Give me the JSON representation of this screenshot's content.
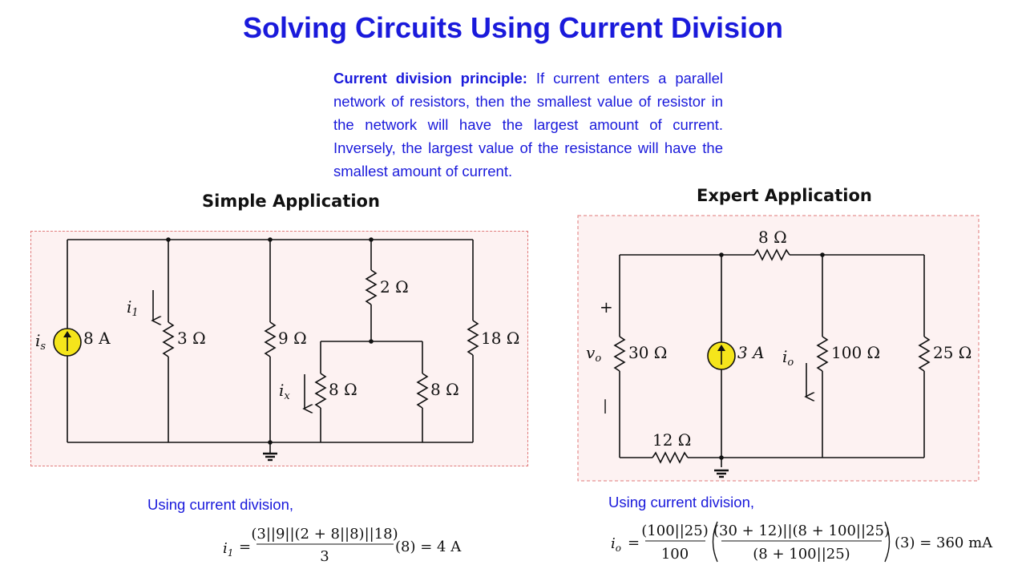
{
  "title": "Solving Circuits Using Current Division",
  "principle": {
    "heading": "Current division principle:",
    "text": "If current enters a parallel network of resistors, then the smallest value of resistor in the network will have the largest amount of current. Inversely, the largest value of the resistance will have the smallest amount of current."
  },
  "simple": {
    "heading": "Simple Application",
    "labels": {
      "is": "i",
      "is_sub": "s",
      "src": "8 A",
      "i1": "i",
      "i1_sub": "1",
      "r3": "3 Ω",
      "r9": "9 Ω",
      "r2": "2 Ω",
      "r18": "18 Ω",
      "ix": "i",
      "ix_sub": "x",
      "r8a": "8 Ω",
      "r8b": "8 Ω"
    },
    "using": "Using current division,",
    "eq": {
      "lhs": "i",
      "lhs_sub": "1",
      "num": "(3||9||(2 + 8||8)||18)",
      "den": "3",
      "rhs": "(8) = 4 A"
    }
  },
  "expert": {
    "heading": "Expert Application",
    "labels": {
      "r8": "8 Ω",
      "plus": "+",
      "minus": "|",
      "vo": "v",
      "vo_sub": "o",
      "r30": "30 Ω",
      "src": "3 A",
      "io": "i",
      "io_sub": "o",
      "r100": "100 Ω",
      "r25": "25 Ω",
      "r12": "12 Ω"
    },
    "using": "Using current division,",
    "eq": {
      "lhs": "i",
      "lhs_sub": "o",
      "f1_num": "(100||25)",
      "f1_den": "100",
      "f2_num": "(30 + 12)||(8 + 100||25)",
      "f2_den": "(8 + 100||25)",
      "rhs": "(3) = 360 mA"
    }
  }
}
